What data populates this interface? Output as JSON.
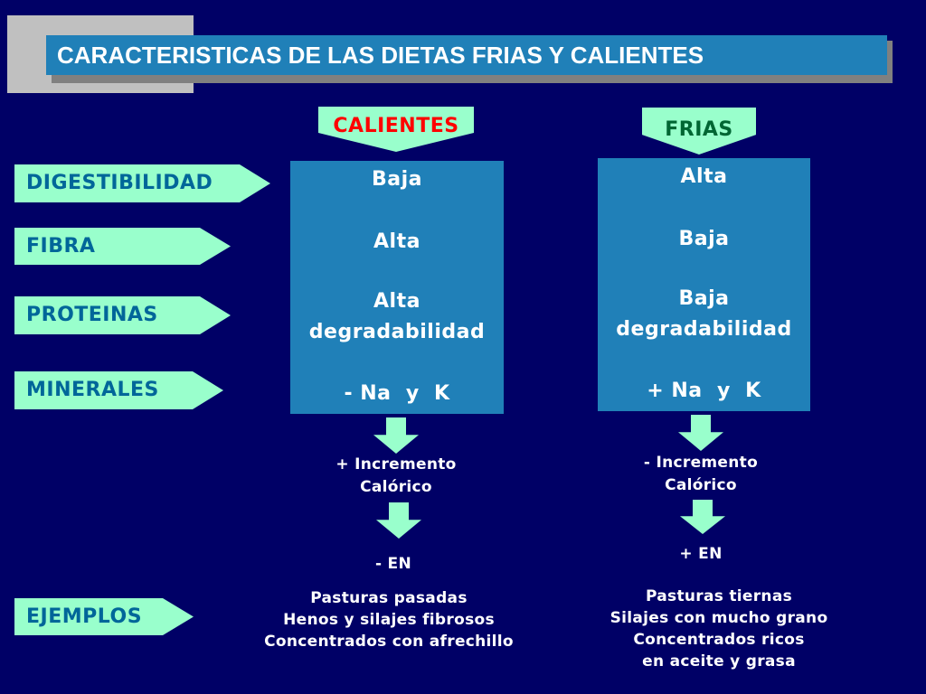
{
  "title": "CARACTERISTICAS DE LAS DIETAS FRIAS Y CALIENTES",
  "colors": {
    "background": "#000066",
    "panel": "#2080b8",
    "mint": "#99ffcc",
    "label_text": "#006699",
    "calientes_text": "#ff0000",
    "frias_text": "#006633"
  },
  "row_labels": [
    "DIGESTIBILIDAD",
    "FIBRA",
    "PROTEINAS",
    "MINERALES"
  ],
  "examples_label": "EJEMPLOS",
  "calientes": {
    "header": "CALIENTES",
    "values": [
      "Baja",
      "Alta",
      "Alta",
      "degradabilidad",
      "- Na  y  K"
    ],
    "result1_line1": "+ Incremento",
    "result1_line2": "Calórico",
    "result2": "- EN",
    "examples": [
      "Pasturas pasadas",
      "Henos y silajes fibrosos",
      "Concentrados con afrechillo"
    ]
  },
  "frias": {
    "header": "FRIAS",
    "values": [
      "Alta",
      "Baja",
      "Baja",
      "degradabilidad",
      "+ Na  y  K"
    ],
    "result1_line1": "- Incremento",
    "result1_line2": "Calórico",
    "result2": "+ EN",
    "examples": [
      "Pasturas tiernas",
      "Silajes con mucho grano",
      "Concentrados ricos",
      "en aceite y grasa"
    ]
  }
}
